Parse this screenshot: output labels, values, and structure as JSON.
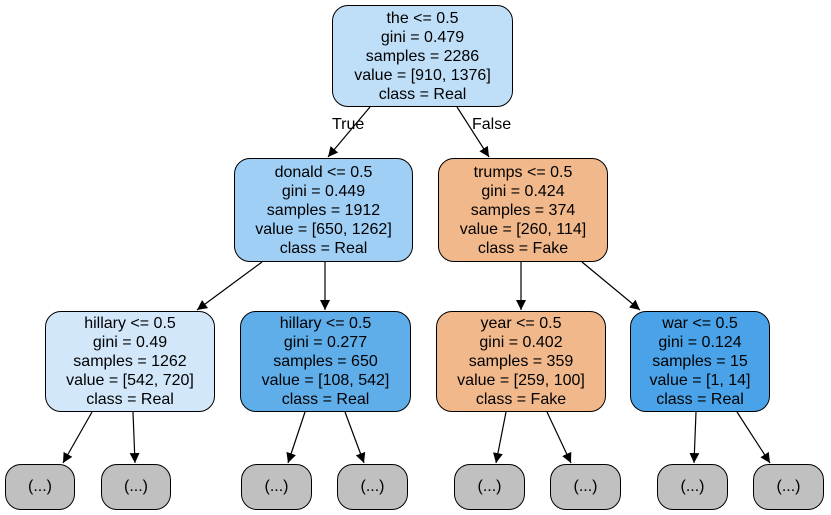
{
  "colors": {
    "real_light": "#bfdff8",
    "real_mid": "#a0cff6",
    "real_pale": "#d2e8fa",
    "real_strong": "#5faeea",
    "real_full": "#4aa3e8",
    "fake": "#f1b88c",
    "leaf": "#c0c0c0"
  },
  "edge_labels": {
    "true_label": "True",
    "false_label": "False"
  },
  "nodes": [
    {
      "id": "root",
      "split": "the <= 0.5",
      "gini": "gini = 0.479",
      "samples": "samples = 2286",
      "value": "value = [910, 1376]",
      "class": "class = Real",
      "color": "#bfdff8"
    },
    {
      "id": "donald",
      "split": "donald <= 0.5",
      "gini": "gini = 0.449",
      "samples": "samples = 1912",
      "value": "value = [650, 1262]",
      "class": "class = Real",
      "color": "#a0cff6"
    },
    {
      "id": "trumps",
      "split": "trumps <= 0.5",
      "gini": "gini = 0.424",
      "samples": "samples = 374",
      "value": "value = [260, 114]",
      "class": "class = Fake",
      "color": "#f1b88c"
    },
    {
      "id": "hillary1",
      "split": "hillary <= 0.5",
      "gini": "gini = 0.49",
      "samples": "samples = 1262",
      "value": "value = [542, 720]",
      "class": "class = Real",
      "color": "#d2e8fa"
    },
    {
      "id": "hillary2",
      "split": "hillary <= 0.5",
      "gini": "gini = 0.277",
      "samples": "samples = 650",
      "value": "value = [108, 542]",
      "class": "class = Real",
      "color": "#5faeea"
    },
    {
      "id": "year",
      "split": "year <= 0.5",
      "gini": "gini = 0.402",
      "samples": "samples = 359",
      "value": "value = [259, 100]",
      "class": "class = Fake",
      "color": "#f1b88c"
    },
    {
      "id": "war",
      "split": "war <= 0.5",
      "gini": "gini = 0.124",
      "samples": "samples = 15",
      "value": "value = [1, 14]",
      "class": "class = Real",
      "color": "#4aa3e8"
    }
  ],
  "leaf_label": "(...)"
}
